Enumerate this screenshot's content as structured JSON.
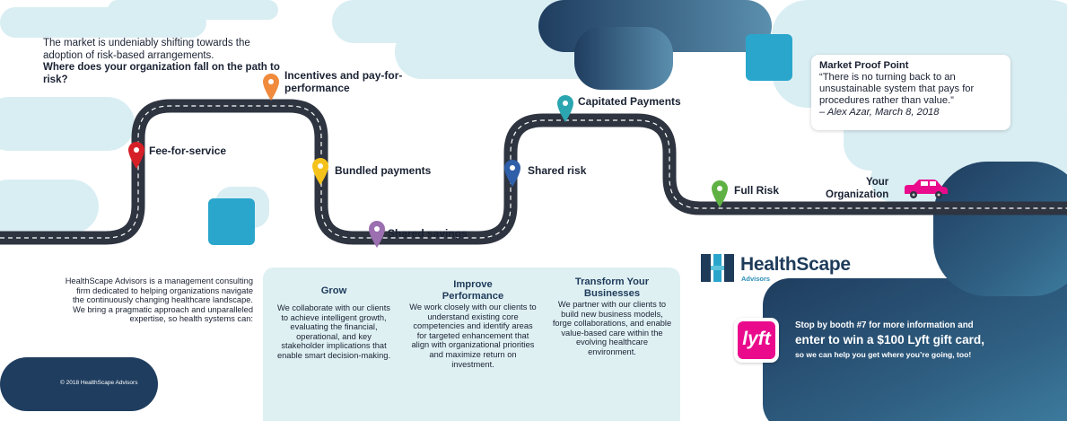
{
  "intro": {
    "line1": "The market is undeniably shifting towards the adoption of risk-based arrangements.",
    "question": "Where does your organization fall on the path to risk?"
  },
  "stages": [
    {
      "label": "Fee-for-service",
      "color": "#d62027"
    },
    {
      "label": "Incentives and pay-for-performance",
      "color": "#f08a3c"
    },
    {
      "label": "Bundled payments",
      "color": "#f5c21b"
    },
    {
      "label": "Shared savings",
      "color": "#9b6fb0"
    },
    {
      "label": "Shared risk",
      "color": "#2f5fa8"
    },
    {
      "label": "Capitated Payments",
      "color": "#2ba6b0"
    },
    {
      "label": "Full Risk",
      "color": "#5fb144"
    }
  ],
  "your_org": {
    "line1": "Your",
    "line2": "Organization"
  },
  "proof": {
    "title": "Market Proof Point",
    "quote": "“There is no turning back to an unsustainable system that pays for procedures rather than value.”",
    "author": "– Alex Azar, March 8, 2018"
  },
  "about": "HealthScape Advisors is a management consulting firm dedicated to helping organizations navigate the continuously changing healthcare landscape. We bring a pragmatic approach and unparalleled expertise, so health systems can:",
  "pillars": [
    {
      "title": "Grow",
      "body": "We collaborate with our clients to achieve intelligent growth, evaluating the financial, operational, and key stakeholder implications that enable smart decision-making."
    },
    {
      "title": "Improve Performance",
      "body": "We work closely with our clients to understand existing core competencies and identify areas for targeted enhancement that align with organizational priorities and maximize return on investment."
    },
    {
      "title": "Transform Your Businesses",
      "body": "We partner with our clients to build new business models, forge collaborations, and enable value-based care within the evolving healthcare environment."
    }
  ],
  "copyright": "© 2018 HealthScape Advisors",
  "logo": {
    "name": "HealthScape",
    "sub": "Advisors"
  },
  "lyft_logo": "lyft",
  "cta": {
    "line1": "Stop by booth #7 for more information and",
    "line2": "enter to win a $100 Lyft gift card,",
    "line3": "so we can help you get where you’re going, too!"
  },
  "colors": {
    "navy": "#1e3b5a",
    "teal": "#2aa6cc",
    "light_blue": "#d9eef3",
    "road": "#2e3440",
    "lyft_pink": "#ea0b8c"
  },
  "icons": [
    "map-pin-icon",
    "car-icon",
    "lyft-logo-icon",
    "healthscape-logo-icon"
  ]
}
